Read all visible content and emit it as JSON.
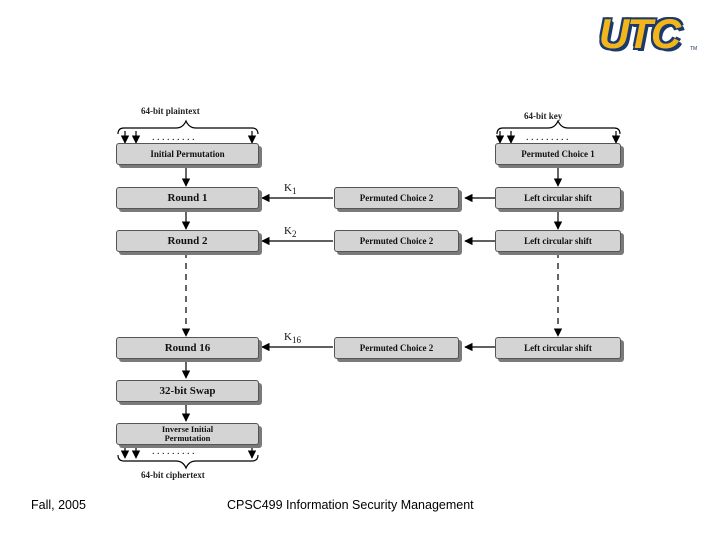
{
  "logo": {
    "text": "UTC",
    "mark": "TM"
  },
  "diagram": {
    "plaintext_label": "64-bit plaintext",
    "key_label": "64-bit key",
    "ciphertext_label": "64-bit ciphertext",
    "initial_permutation": "Initial Permutation",
    "rounds": [
      "Round 1",
      "Round 2",
      "Round 16"
    ],
    "swap": "32-bit Swap",
    "inverse_initial_permutation_line1": "Inverse Initial",
    "inverse_initial_permutation_line2": "Permutation",
    "permuted_choice_1": "Permuted Choice 1",
    "permuted_choice_2": "Permuted Choice 2",
    "left_circular_shift": "Left circular shift",
    "subkeys": [
      {
        "letter": "K",
        "index": "1"
      },
      {
        "letter": "K",
        "index": "2"
      },
      {
        "letter": "K",
        "index": "16"
      }
    ]
  },
  "footer": {
    "left": "Fall, 2005",
    "center": "CPSC499 Information Security Management"
  },
  "colors": {
    "box_fill": "#d4d4d4",
    "logo_gold": "#f2b51c",
    "logo_navy": "#1b3a6b"
  }
}
